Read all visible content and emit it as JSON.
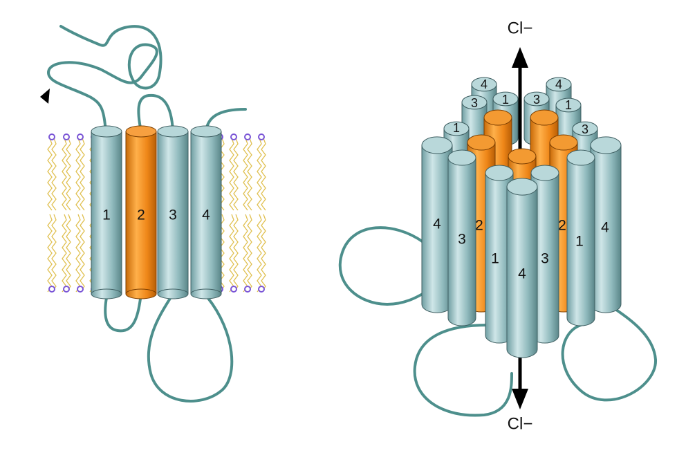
{
  "colors": {
    "helix_blue": "#9fc9cc",
    "helix_orange": "#f28c1c",
    "loop": "#4d8f8c",
    "lipid_tail": "#e0c050",
    "lipid_head": "#7a55d6",
    "arrow": "#000000"
  },
  "left": {
    "helices": [
      {
        "label": "1",
        "kind": "blue"
      },
      {
        "label": "2",
        "kind": "orange"
      },
      {
        "label": "3",
        "kind": "blue"
      },
      {
        "label": "4",
        "kind": "blue"
      }
    ]
  },
  "right": {
    "ion_top": "Cl−",
    "ion_bottom": "Cl−",
    "labels": {
      "top_back_4a": "4",
      "top_back_4b": "4",
      "top_3a": "3",
      "top_1a": "1",
      "top_3b": "3",
      "top_1b": "1",
      "mid_1": "1",
      "mid_3": "3",
      "front_4a": "4",
      "front_3a": "3",
      "front_2a": "2",
      "front_1a": "1",
      "front_4b": "4",
      "front_3b": "3",
      "front_2b": "2",
      "front_1b": "1",
      "front_4c": "4"
    }
  }
}
